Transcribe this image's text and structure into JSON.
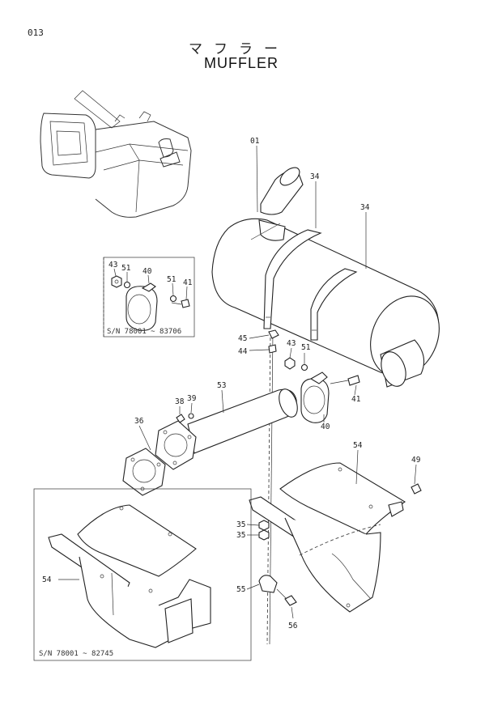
{
  "page": {
    "code": "013",
    "title_jp": "マフラー",
    "title_en": "MUFFLER"
  },
  "callouts": {
    "c01": "01",
    "c34a": "34",
    "c34b": "34",
    "c45": "45",
    "c44": "44",
    "c43": "43",
    "c51": "51",
    "c41": "41",
    "c40": "40",
    "c53": "53",
    "c38": "38",
    "c39": "39",
    "c36": "36",
    "c54": "54",
    "c49": "49",
    "c35a": "35",
    "c35b": "35",
    "c55": "55",
    "c56": "56",
    "c54b": "54"
  },
  "inset_clamp": {
    "labels": {
      "c43": "43",
      "c51a": "51",
      "c40": "40",
      "c51b": "51",
      "c41": "41"
    },
    "serial": "S/N 78001 ~ 83706"
  },
  "inset_bracket": {
    "serial": "S/N 78001 ~ 82745"
  }
}
